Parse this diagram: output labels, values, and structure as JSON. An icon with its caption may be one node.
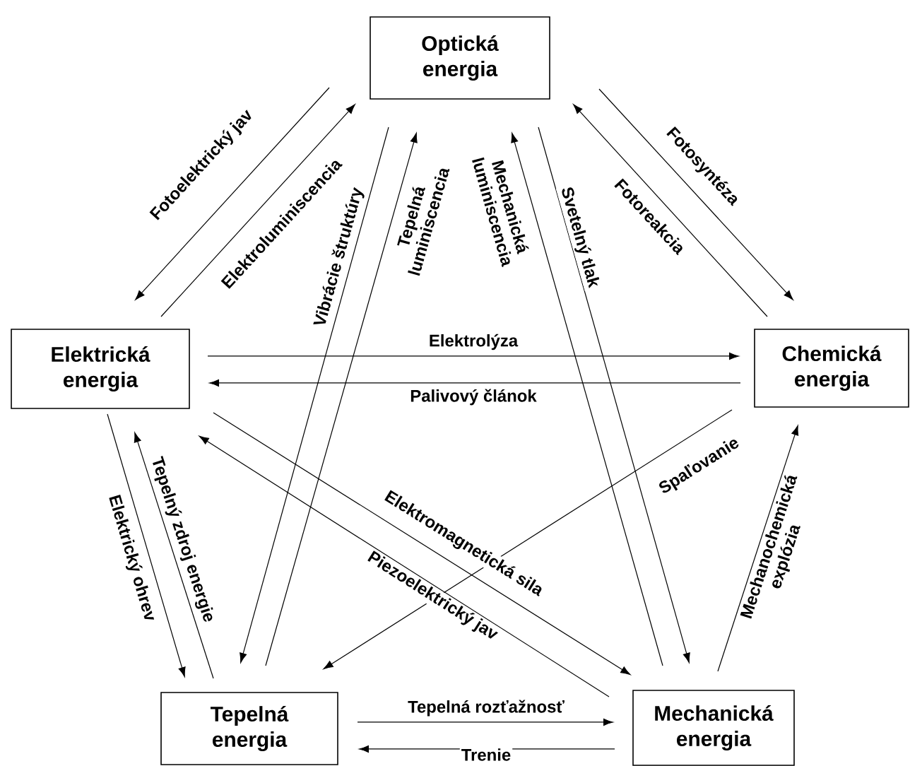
{
  "diagram": {
    "nodes": [
      {
        "text": [
          "Optická energia"
        ]
      },
      {
        "text": [
          "Elektrická energia"
        ]
      },
      {
        "text": [
          "Chemická energia"
        ]
      },
      {
        "text": [
          "Tepelná energia"
        ]
      },
      {
        "text": [
          "Mechanická energia"
        ]
      }
    ],
    "edges": [
      {
        "from": 0,
        "to": 1,
        "arrow": "to",
        "label": "Fotoelektrický jav"
      },
      {
        "from": 1,
        "to": 0,
        "arrow": "to",
        "label": "Elektroluminiscencia"
      },
      {
        "from": 0,
        "to": 3,
        "arrow": "to",
        "label": "Vibrácie štruktúry"
      },
      {
        "from": 3,
        "to": 0,
        "arrow": "to",
        "label": "Tepelná luminiscencia"
      },
      {
        "from": 4,
        "to": 0,
        "arrow": "to",
        "label": "Mechanická luminiscencia"
      },
      {
        "from": 0,
        "to": 4,
        "arrow": "to",
        "label": "Svetelný tlak"
      },
      {
        "from": 0,
        "to": 2,
        "arrow": "to",
        "label": "Fotosyntéza"
      },
      {
        "from": 2,
        "to": 0,
        "arrow": "to",
        "label": "Fotoreakcia"
      },
      {
        "from": 1,
        "to": 2,
        "arrow": "to",
        "label": "Elektrolýza"
      },
      {
        "from": 2,
        "to": 1,
        "arrow": "to",
        "label": "Palivový článok"
      },
      {
        "from": 1,
        "to": 3,
        "arrow": "to",
        "label": "Elektrický ohrev"
      },
      {
        "from": 3,
        "to": 1,
        "arrow": "to",
        "label": "Tepelný zdroj energie"
      },
      {
        "from": 1,
        "to": 4,
        "arrow": "to",
        "label": "Elektromagnetická sila"
      },
      {
        "from": 4,
        "to": 1,
        "arrow": "to",
        "label": "Piezoelektrický jav"
      },
      {
        "from": 2,
        "to": 3,
        "arrow": "to",
        "label": "Spaľovanie"
      },
      {
        "from": 4,
        "to": 2,
        "arrow": "to",
        "label": "Mechanochemická explózia"
      },
      {
        "from": 3,
        "to": 4,
        "arrow": "to",
        "label": "Tepelná rozťažnosť"
      },
      {
        "from": 4,
        "to": 3,
        "arrow": "to",
        "label": "Trenie"
      }
    ]
  }
}
